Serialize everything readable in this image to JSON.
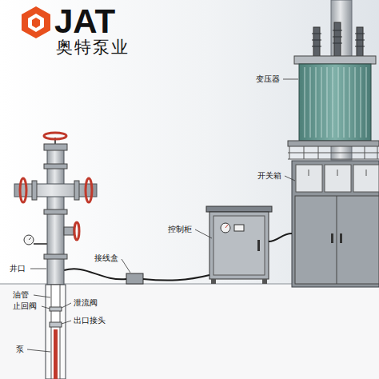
{
  "diagram": {
    "labels": [
      "JAT",
      "奥特泵业",
      "变压器",
      "开关箱",
      "控制柜",
      "接线盒",
      "井口",
      "油管",
      "止回阀",
      "泄流阀",
      "出口接头",
      "泵"
    ]
  }
}
